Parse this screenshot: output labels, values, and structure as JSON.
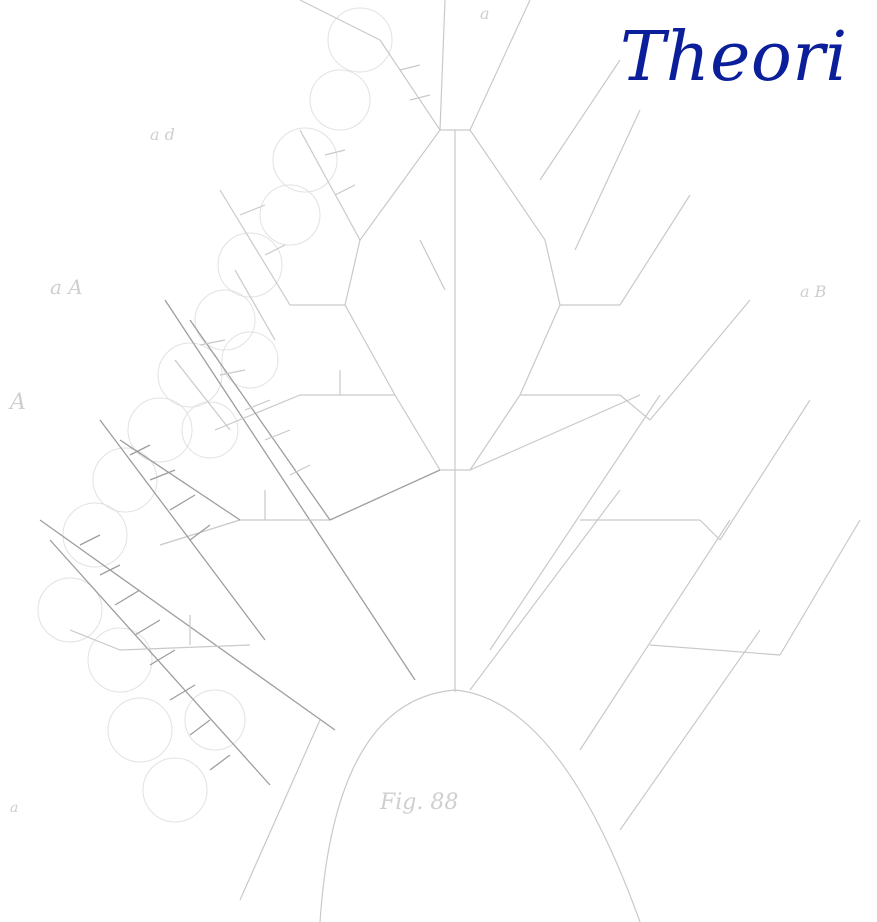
{
  "title": "Theori",
  "figure": {
    "label": "Fig. 88",
    "marginal_marks": [
      "a",
      "a d",
      "a B",
      "A",
      "a A",
      "a"
    ]
  },
  "colors": {
    "title": "#0c1f9a",
    "lines": "#c9c9c9",
    "dense_lines": "#9e9e9e",
    "background": "#ffffff"
  }
}
